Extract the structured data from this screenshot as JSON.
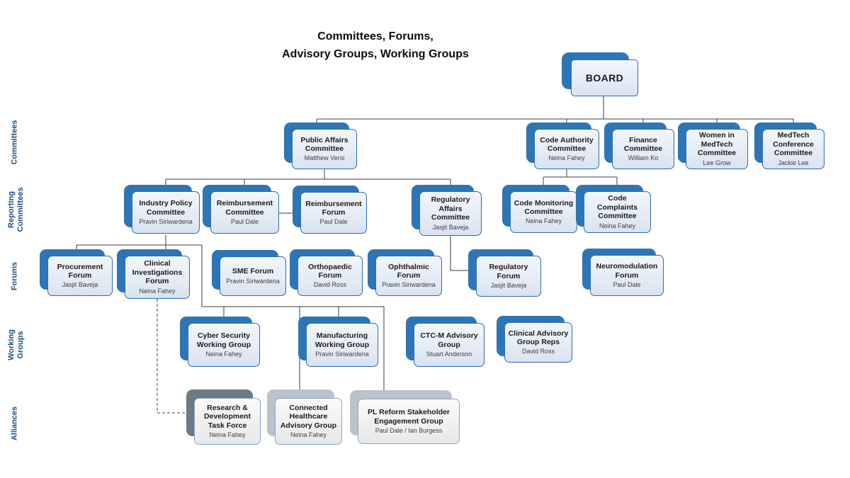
{
  "chart_title": "Committees, Forums,\nAdvisory Groups, Working Groups",
  "board": {
    "label": "BOARD"
  },
  "row_labels": [
    {
      "id": "committees",
      "label": "Committees"
    },
    {
      "id": "reporting-committees",
      "label": "Reporting\nCommittees"
    },
    {
      "id": "forums",
      "label": "Forums"
    },
    {
      "id": "working-groups",
      "label": "Working\nGroups"
    },
    {
      "id": "alliances",
      "label": "Alliances"
    }
  ],
  "nodes": {
    "public_affairs": {
      "title": "Public Affairs Committee",
      "lead": "Matthew Versi"
    },
    "code_authority": {
      "title": "Code Authority Committee",
      "lead": "Neina Fahey"
    },
    "finance": {
      "title": "Finance Committee",
      "lead": "William Ko"
    },
    "women_in_medtech": {
      "title": "Women in MedTech Committee",
      "lead": "Lee Grow"
    },
    "medtech_conference": {
      "title": "MedTech Conference Committee",
      "lead": "Jackie Lee"
    },
    "industry_policy": {
      "title": "Industry Policy Committee",
      "lead": "Pravin Siriwardena"
    },
    "reimbursement_committee": {
      "title": "Reimbursement Committee",
      "lead": "Paul Dale"
    },
    "reimbursement_forum": {
      "title": "Reimbursement Forum",
      "lead": "Paul Dale"
    },
    "regulatory_affairs": {
      "title": "Regulatory Affairs Committee",
      "lead": "Jasjit Baveja"
    },
    "code_monitoring": {
      "title": "Code Monitoring Committee",
      "lead": "Neina Fahey"
    },
    "code_complaints": {
      "title": "Code Complaints Committee",
      "lead": "Neina Fahey"
    },
    "procurement_forum": {
      "title": "Procurement Forum",
      "lead": "Jasjit Baveja"
    },
    "clinical_investigations_forum": {
      "title": "Clinical Investigations Forum",
      "lead": "Neina Fahey"
    },
    "sme_forum": {
      "title": "SME Forum",
      "lead": "Pravin Siriwardena"
    },
    "orthopaedic_forum": {
      "title": "Orthopaedic Forum",
      "lead": "David Ross"
    },
    "ophthalmic_forum": {
      "title": "Ophthalmic Forum",
      "lead": "Pravin Siriwardena"
    },
    "regulatory_forum": {
      "title": "Regulatory Forum",
      "lead": "Jasjit Baveja"
    },
    "neuromodulation_forum": {
      "title": "Neuromodulation Forum",
      "lead": "Paul Dale"
    },
    "cyber_security_wg": {
      "title": "Cyber Security Working Group",
      "lead": "Neina Fahey"
    },
    "manufacturing_wg": {
      "title": "Manufacturing Working Group",
      "lead": "Pravin Siriwardena"
    },
    "ctcm_advisory": {
      "title": "CTC-M Advisory Group",
      "lead": "Stuart Anderson"
    },
    "clinical_advisory_reps": {
      "title": "Clinical Advisory Group Reps",
      "lead": "David Ross"
    },
    "rd_task_force": {
      "title": "Research & Development Task Force",
      "lead": "Neina Fahey"
    },
    "connected_healthcare": {
      "title": "Connected Healthcare Advisory Group",
      "lead": "Neina Fahey"
    },
    "pl_reform": {
      "title": "PL Reform Stakeholder Engagement Group",
      "lead": "Paul Dale / Ian Burgess"
    }
  },
  "colors": {
    "node_shadow_blue": "#2E75B6",
    "node_shadow_gray_dark": "#6E7A82",
    "node_shadow_gray_light": "#BCC2C9",
    "node_border_blue": "#2b6cab",
    "node_border_light_blue": "#7FA8D4",
    "tier_label_blue": "#1F4E79",
    "connector_line": "#3d3d3d"
  }
}
